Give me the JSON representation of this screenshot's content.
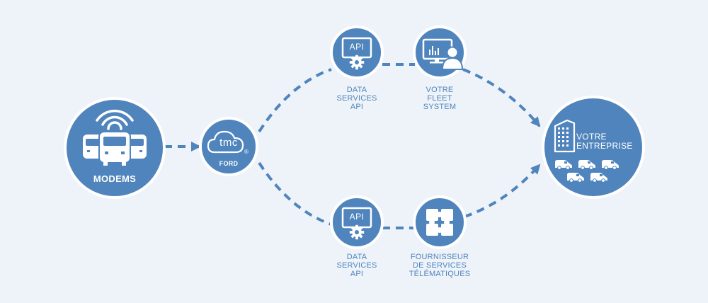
{
  "colors": {
    "background": "#eef3f9",
    "node": "#4f84bd",
    "node_ring": "#ffffff",
    "connector": "#4f84bd",
    "label": "#4f84bd",
    "icon": "#ffffff"
  },
  "nodes": {
    "modems": {
      "label": "MODEMS",
      "icon": "wifi-vans-icon"
    },
    "ford": {
      "logo_text": "tmc",
      "registered": "®",
      "label": "FORD",
      "icon": "cloud-icon"
    },
    "data_services_top": {
      "screen_text": "API",
      "label_lines": [
        "DATA",
        "SERVICES",
        "API"
      ],
      "icon": "api-gear-monitor-icon"
    },
    "fleet_system": {
      "label_lines": [
        "VOTRE",
        "FLEET",
        "SYSTEM"
      ],
      "icon": "monitor-user-icon"
    },
    "data_services_bottom": {
      "screen_text": "API",
      "label_lines": [
        "DATA",
        "SERVICES",
        "API"
      ],
      "icon": "api-gear-monitor-icon"
    },
    "telematics_provider": {
      "label_lines": [
        "FOURNISSEUR",
        "DE SERVICES",
        "TÉLÉMATIQUES"
      ],
      "icon": "puzzle-icon"
    },
    "entreprise": {
      "label_lines": [
        "VOTRE",
        "ENTREPRISE"
      ],
      "icon": "building-vans-icon"
    }
  }
}
